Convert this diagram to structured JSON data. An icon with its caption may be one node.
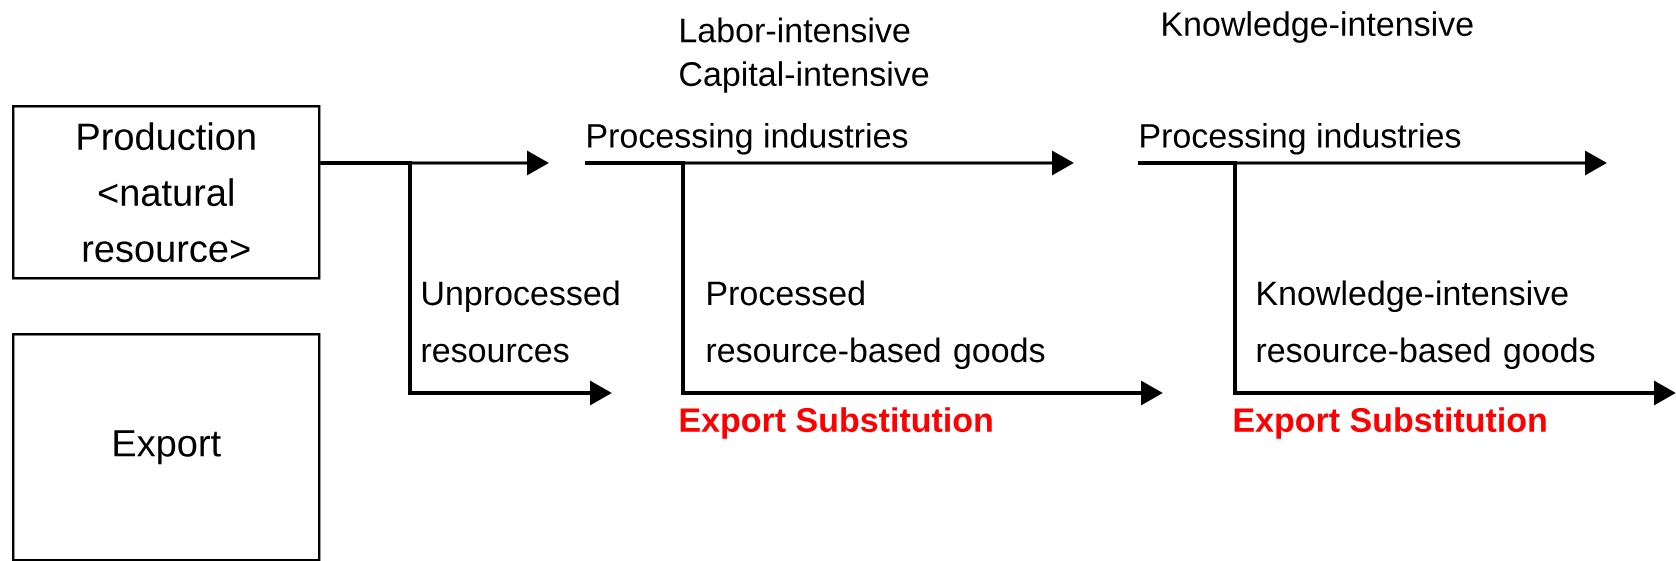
{
  "diagram": {
    "nodes": [
      {
        "text": [
          "Production <natural resource>"
        ]
      },
      {
        "text": [
          "Export"
        ]
      },
      {
        "text": [
          "Processing industries"
        ]
      },
      {
        "text": [
          "Processing industries"
        ]
      }
    ],
    "edges": [
      {
        "from": 0,
        "to": 2,
        "arrow": "to"
      },
      {
        "from": 0,
        "to": null,
        "arrow": "to",
        "label": "Unprocessed resources"
      },
      {
        "from": 2,
        "to": 3,
        "arrow": "to"
      },
      {
        "from": 2,
        "to": null,
        "arrow": "to",
        "label": "Processed resource-based goods"
      },
      {
        "from": 3,
        "to": null,
        "arrow": "to"
      },
      {
        "from": 3,
        "to": null,
        "arrow": "to",
        "label": "Knowledge-intensive resource-based goods"
      }
    ],
    "labels": [
      "Labor-intensive",
      "Capital-intensive",
      "Knowledge-intensive",
      "Export Substitution",
      "Export Substitution"
    ]
  }
}
